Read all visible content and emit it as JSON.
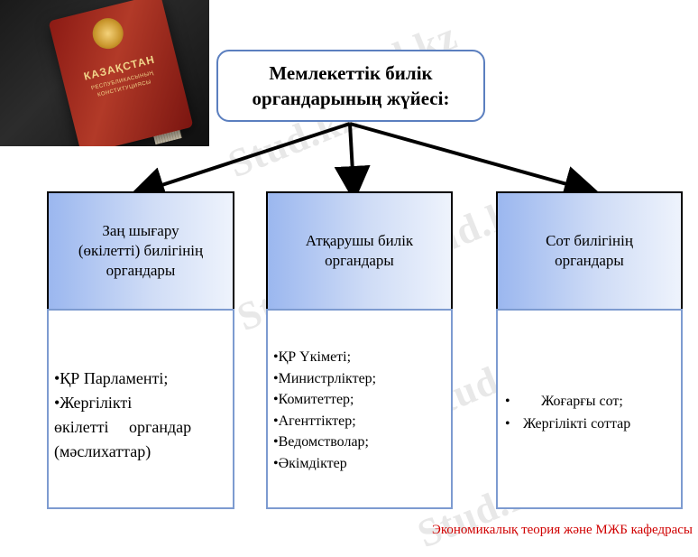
{
  "watermark": "Stud.kz",
  "photo": {
    "book_title": "КАЗАҚСТАН",
    "book_subtitle_1": "РЕСПУБЛИКАСЫНЫҢ",
    "book_subtitle_2": "КОНСТИТУЦИЯСЫ"
  },
  "top": {
    "line1": "Мемлекеттік билік",
    "line2": "органдарының жүйесі:"
  },
  "columns": [
    {
      "header_lines": [
        "Заң шығару",
        "(өкілетті) билігінің",
        "органдары"
      ],
      "items": [
        "•ҚР Парламенті;",
        "•Жергілікті",
        "өкілетті органдар",
        "(мәслихаттар)"
      ]
    },
    {
      "header_lines": [
        "Атқарушы билік",
        "органдары"
      ],
      "items": [
        "•ҚР Үкіметі;",
        "•Министрліктер;",
        "•Комитеттер;",
        "•Агенттіктер;",
        "•Ведомстволар;",
        "•Әкімдіктер"
      ]
    },
    {
      "header_lines": [
        "Сот билігінің",
        "органдары"
      ],
      "items": [
        "Жоғарғы сот;",
        "Жергілікті соттар"
      ]
    }
  ],
  "footer": "Экономикалық теория және МЖБ кафедрасы",
  "colors": {
    "box_border": "#5b7fbf",
    "header_gradient_start": "#9bb7ef",
    "footer_text": "#d00000"
  }
}
